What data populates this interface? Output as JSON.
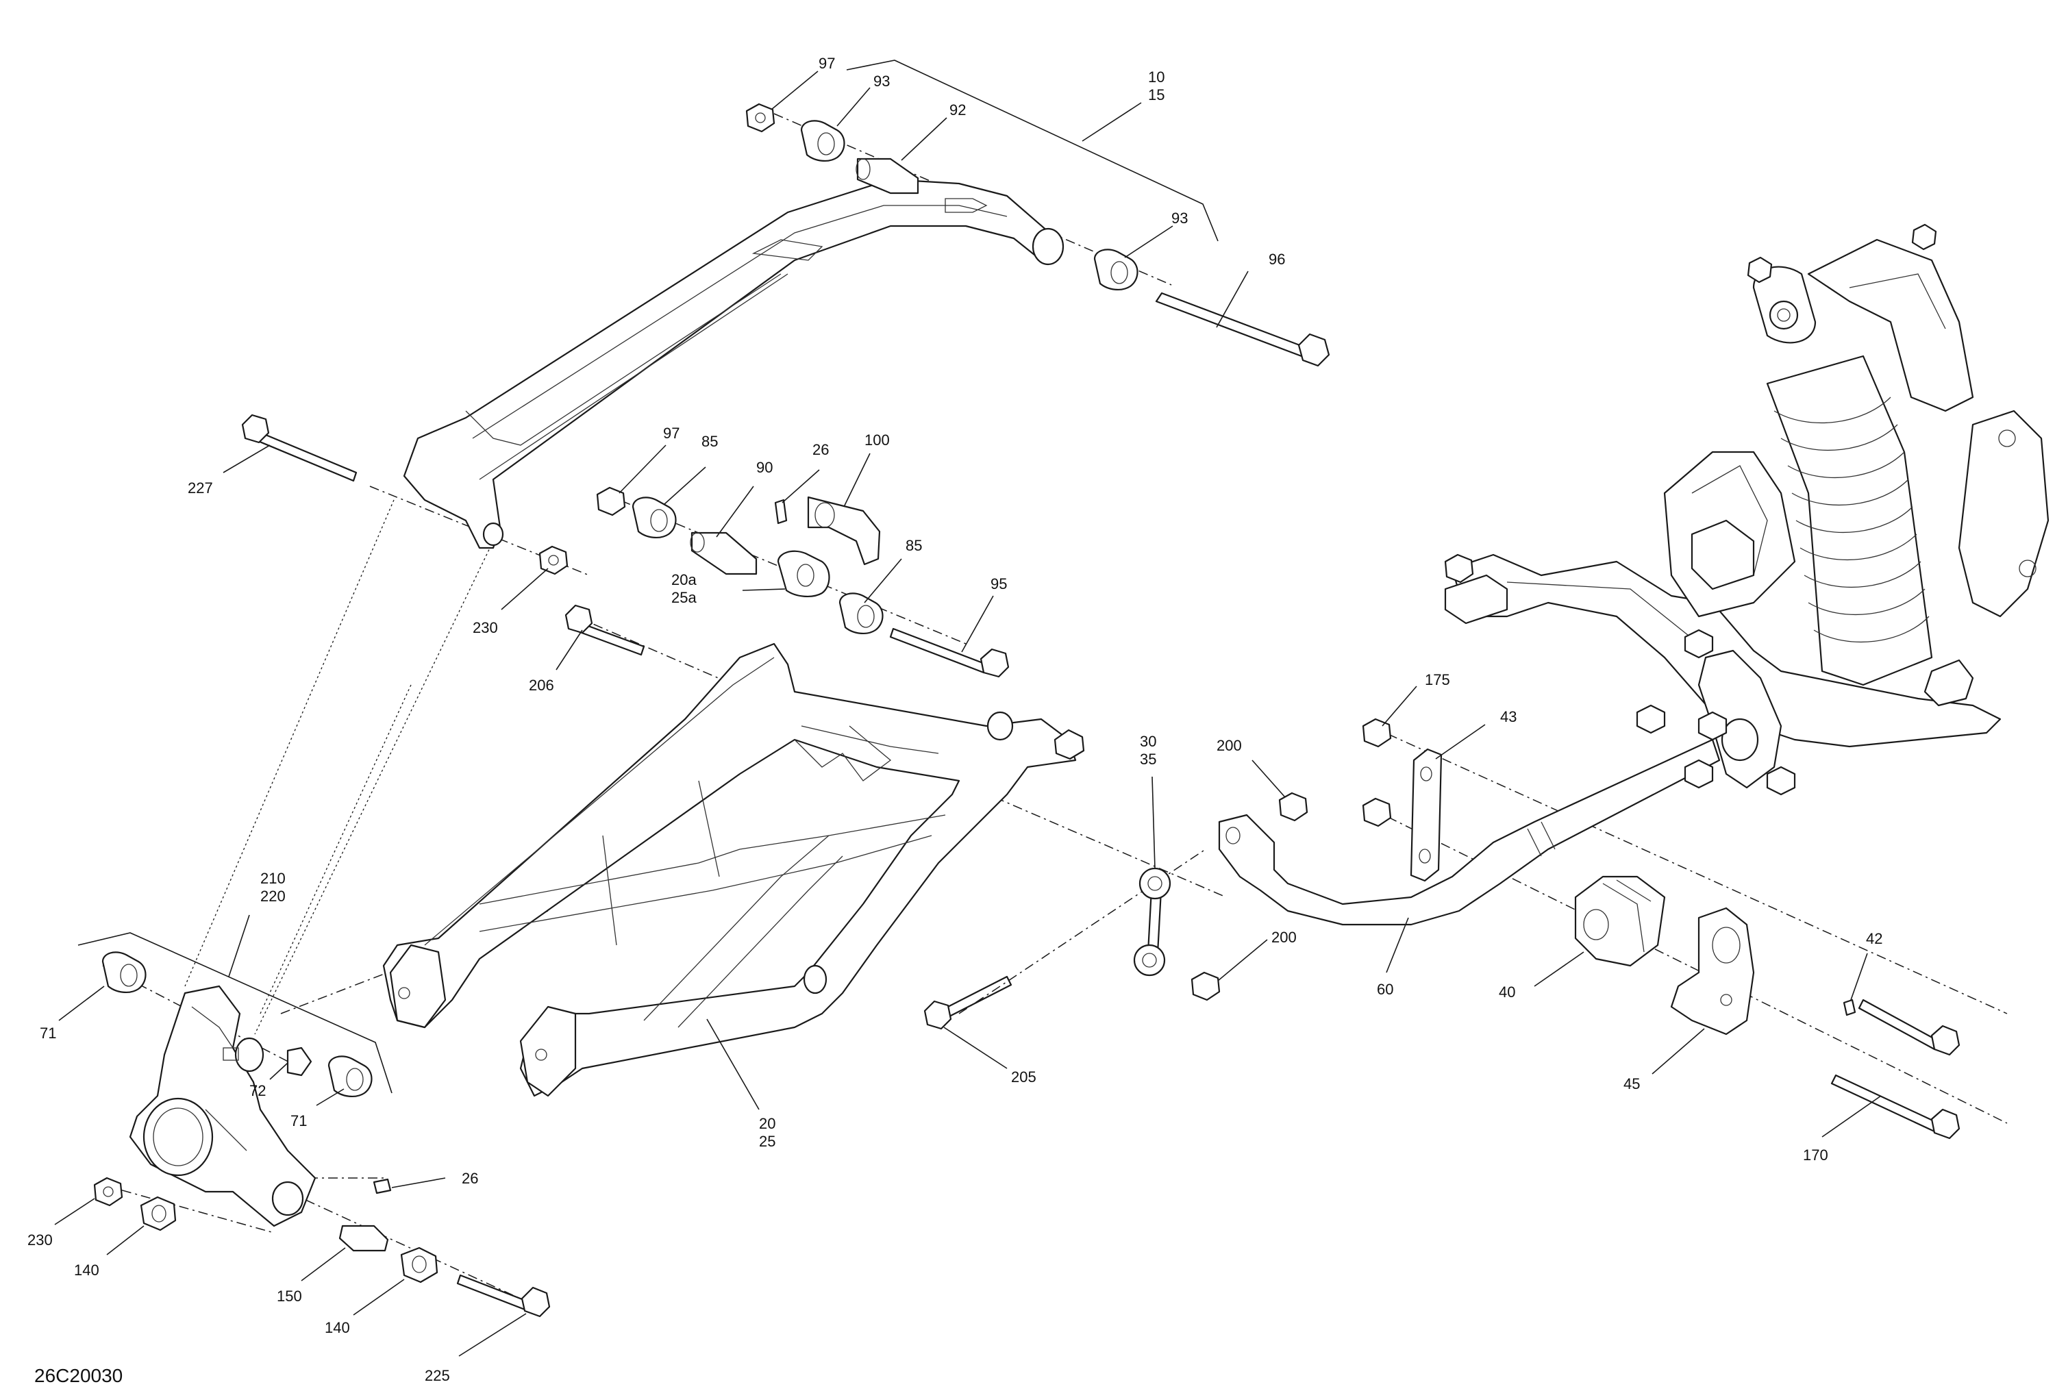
{
  "diagram_ref": "26C20030",
  "callouts": [
    {
      "id": "c97a",
      "lines": [
        "97"
      ]
    },
    {
      "id": "c93a",
      "lines": [
        "93"
      ]
    },
    {
      "id": "c92",
      "lines": [
        "92"
      ]
    },
    {
      "id": "c10",
      "lines": [
        "10",
        "15"
      ]
    },
    {
      "id": "c93b",
      "lines": [
        "93"
      ]
    },
    {
      "id": "c96",
      "lines": [
        "96"
      ]
    },
    {
      "id": "c227",
      "lines": [
        "227"
      ]
    },
    {
      "id": "c97b",
      "lines": [
        "97"
      ]
    },
    {
      "id": "c85a",
      "lines": [
        "85"
      ]
    },
    {
      "id": "c90",
      "lines": [
        "90"
      ]
    },
    {
      "id": "c26a",
      "lines": [
        "26"
      ]
    },
    {
      "id": "c100",
      "lines": [
        "100"
      ]
    },
    {
      "id": "c20a",
      "lines": [
        "20a",
        "25a"
      ]
    },
    {
      "id": "c85b",
      "lines": [
        "85"
      ]
    },
    {
      "id": "c95",
      "lines": [
        "95"
      ]
    },
    {
      "id": "c230a",
      "lines": [
        "230"
      ]
    },
    {
      "id": "c206",
      "lines": [
        "206"
      ]
    },
    {
      "id": "c175",
      "lines": [
        "175"
      ]
    },
    {
      "id": "c43",
      "lines": [
        "43"
      ]
    },
    {
      "id": "c30",
      "lines": [
        "30",
        "35"
      ]
    },
    {
      "id": "c200a",
      "lines": [
        "200"
      ]
    },
    {
      "id": "c210",
      "lines": [
        "210",
        "220"
      ]
    },
    {
      "id": "c200b",
      "lines": [
        "200"
      ]
    },
    {
      "id": "c60",
      "lines": [
        "60"
      ]
    },
    {
      "id": "c40",
      "lines": [
        "40"
      ]
    },
    {
      "id": "c42",
      "lines": [
        "42"
      ]
    },
    {
      "id": "c71a",
      "lines": [
        "71"
      ]
    },
    {
      "id": "c72",
      "lines": [
        "72"
      ]
    },
    {
      "id": "c71b",
      "lines": [
        "71"
      ]
    },
    {
      "id": "c205",
      "lines": [
        "205"
      ]
    },
    {
      "id": "c20",
      "lines": [
        "20",
        "25"
      ]
    },
    {
      "id": "c45",
      "lines": [
        "45"
      ]
    },
    {
      "id": "c26b",
      "lines": [
        "26"
      ]
    },
    {
      "id": "c170",
      "lines": [
        "170"
      ]
    },
    {
      "id": "c230b",
      "lines": [
        "230"
      ]
    },
    {
      "id": "c140a",
      "lines": [
        "140"
      ]
    },
    {
      "id": "c150",
      "lines": [
        "150"
      ]
    },
    {
      "id": "c140b",
      "lines": [
        "140"
      ]
    },
    {
      "id": "c225",
      "lines": [
        "225"
      ]
    }
  ]
}
